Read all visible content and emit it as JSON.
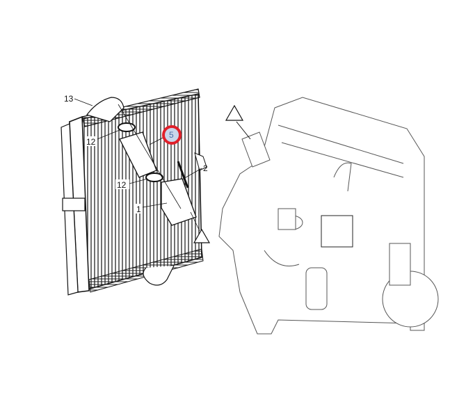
{
  "diagram": {
    "callouts": [
      {
        "id": "13",
        "label": "13"
      },
      {
        "id": "12a",
        "label": "12"
      },
      {
        "id": "5",
        "label": "5",
        "highlighted": true
      },
      {
        "id": "2",
        "label": "2"
      },
      {
        "id": "12b",
        "label": "12"
      },
      {
        "id": "1",
        "label": "1"
      }
    ],
    "highlight_color": "#e0202a",
    "warning_markers": [
      "triangle",
      "triangle"
    ]
  }
}
